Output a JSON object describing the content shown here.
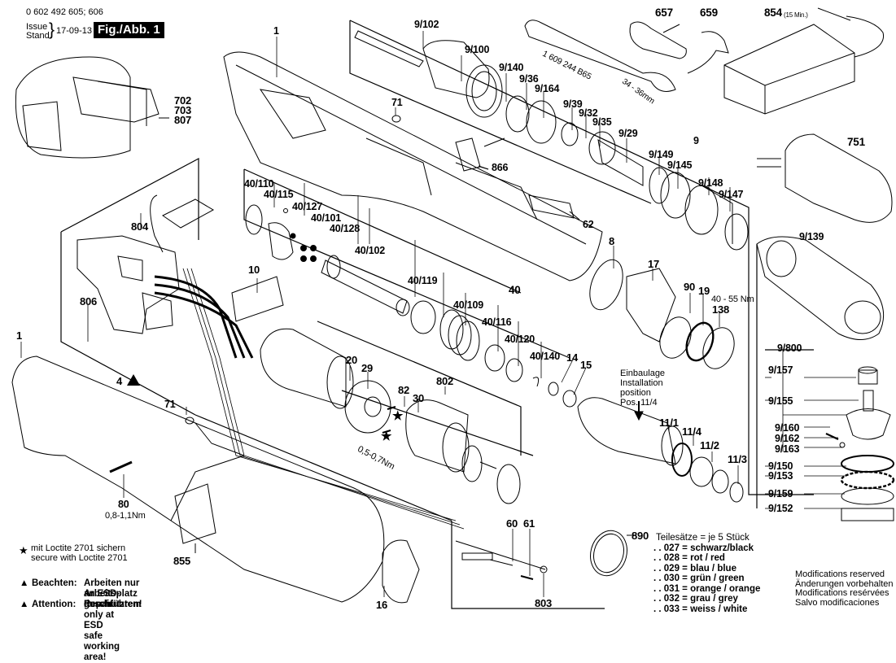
{
  "header": {
    "part_numbers": "0 602 492 605; 606",
    "issue_label": "Issue",
    "stand_label": "Stand",
    "date": "17-09-13",
    "figure_label": "Fig./Abb. 1"
  },
  "callouts": {
    "c1_top": "1",
    "c9_102": "9/102",
    "c9_100": "9/100",
    "c9_140": "9/140",
    "c9_36": "9/36",
    "c9_164": "9/164",
    "c9_39": "9/39",
    "c9_32": "9/32",
    "c9_35": "9/35",
    "c9_29": "9/29",
    "c9_149": "9/149",
    "c9_145": "9/145",
    "c9": "9",
    "c9_148": "9/148",
    "c9_147": "9/147",
    "c9_139": "9/139",
    "c657": "657",
    "c659": "659",
    "c854": "854",
    "c854_note": "(15 Min.)",
    "c751": "751",
    "c702": "702",
    "c703": "703",
    "c807": "807",
    "c71_top": "71",
    "c866": "866",
    "c62": "62",
    "c40_110": "40/110",
    "c40_115": "40/115",
    "c40_127": "40/127",
    "c40_101": "40/101",
    "c40_128": "40/128",
    "c40_102": "40/102",
    "c40_119": "40/119",
    "c40_109": "40/109",
    "c40": "40",
    "c40_116": "40/116",
    "c40_120": "40/120",
    "c40_140": "40/140",
    "c804": "804",
    "c806": "806",
    "c10": "10",
    "c8": "8",
    "c17": "17",
    "c90": "90",
    "c19": "19",
    "c138": "138",
    "torque_138": "40 - 55 Nm",
    "c14": "14",
    "c15": "15",
    "c20": "20",
    "c29": "29",
    "c82": "82",
    "c30": "30",
    "c802": "802",
    "torque_82": "0,5-0,7Nm",
    "c1_left": "1",
    "c4": "4",
    "c71_left": "71",
    "c80": "80",
    "torque_80": "0,8-1,1Nm",
    "c855": "855",
    "c16": "16",
    "c60": "60",
    "c61": "61",
    "c803": "803",
    "c11_1": "11/1",
    "c11_4": "11/4",
    "c11_2": "11/2",
    "c11_3": "11/3",
    "c890": "890",
    "c9_800": "9/800",
    "c9_157": "9/157",
    "c9_155": "9/155",
    "c9_160": "9/160",
    "c9_162": "9/162",
    "c9_163": "9/163",
    "c9_150": "9/150",
    "c9_153": "9/153",
    "c9_159": "9/159",
    "c9_152": "9/152",
    "wrench_marking": "1 609 244 B65",
    "wrench_size": "34 - 36mm"
  },
  "installation_note": {
    "line1": "Einbaulage",
    "line2": "Installation",
    "line3": "position",
    "line4": "Pos. 11/4"
  },
  "loctite_note": {
    "symbol": "★",
    "line1": "mit Loctite 2701 sichern",
    "line2": "secure with Loctite 2701"
  },
  "esd_warning": {
    "symbol": "▲",
    "de_label": "Beachten:",
    "de_line1": "Arbeiten nur an ESD-geschütztem",
    "de_line2": "Arbeitsplatz durchführen!",
    "en_label": "Attention:",
    "en_text": "Repair only at ESD safe working area!"
  },
  "parts_sets": {
    "title": "Teilesätze = je 5 Stück",
    "items": [
      {
        "code": ". . 027 =",
        "color": "schwarz/black"
      },
      {
        "code": ". . 028 =",
        "color": "rot / red"
      },
      {
        "code": ". . 029 =",
        "color": "blau / blue"
      },
      {
        "code": ". . 030 =",
        "color": "grün / green"
      },
      {
        "code": ". . 031 =",
        "color": "orange / orange"
      },
      {
        "code": ". . 032 =",
        "color": "grau / grey"
      },
      {
        "code": ". . 033 =",
        "color": "weiss / white"
      }
    ]
  },
  "modifications": [
    "Modifications reserved",
    "Änderungen vorbehalten",
    "Modifications resérvées",
    "Salvo modificaciones"
  ]
}
